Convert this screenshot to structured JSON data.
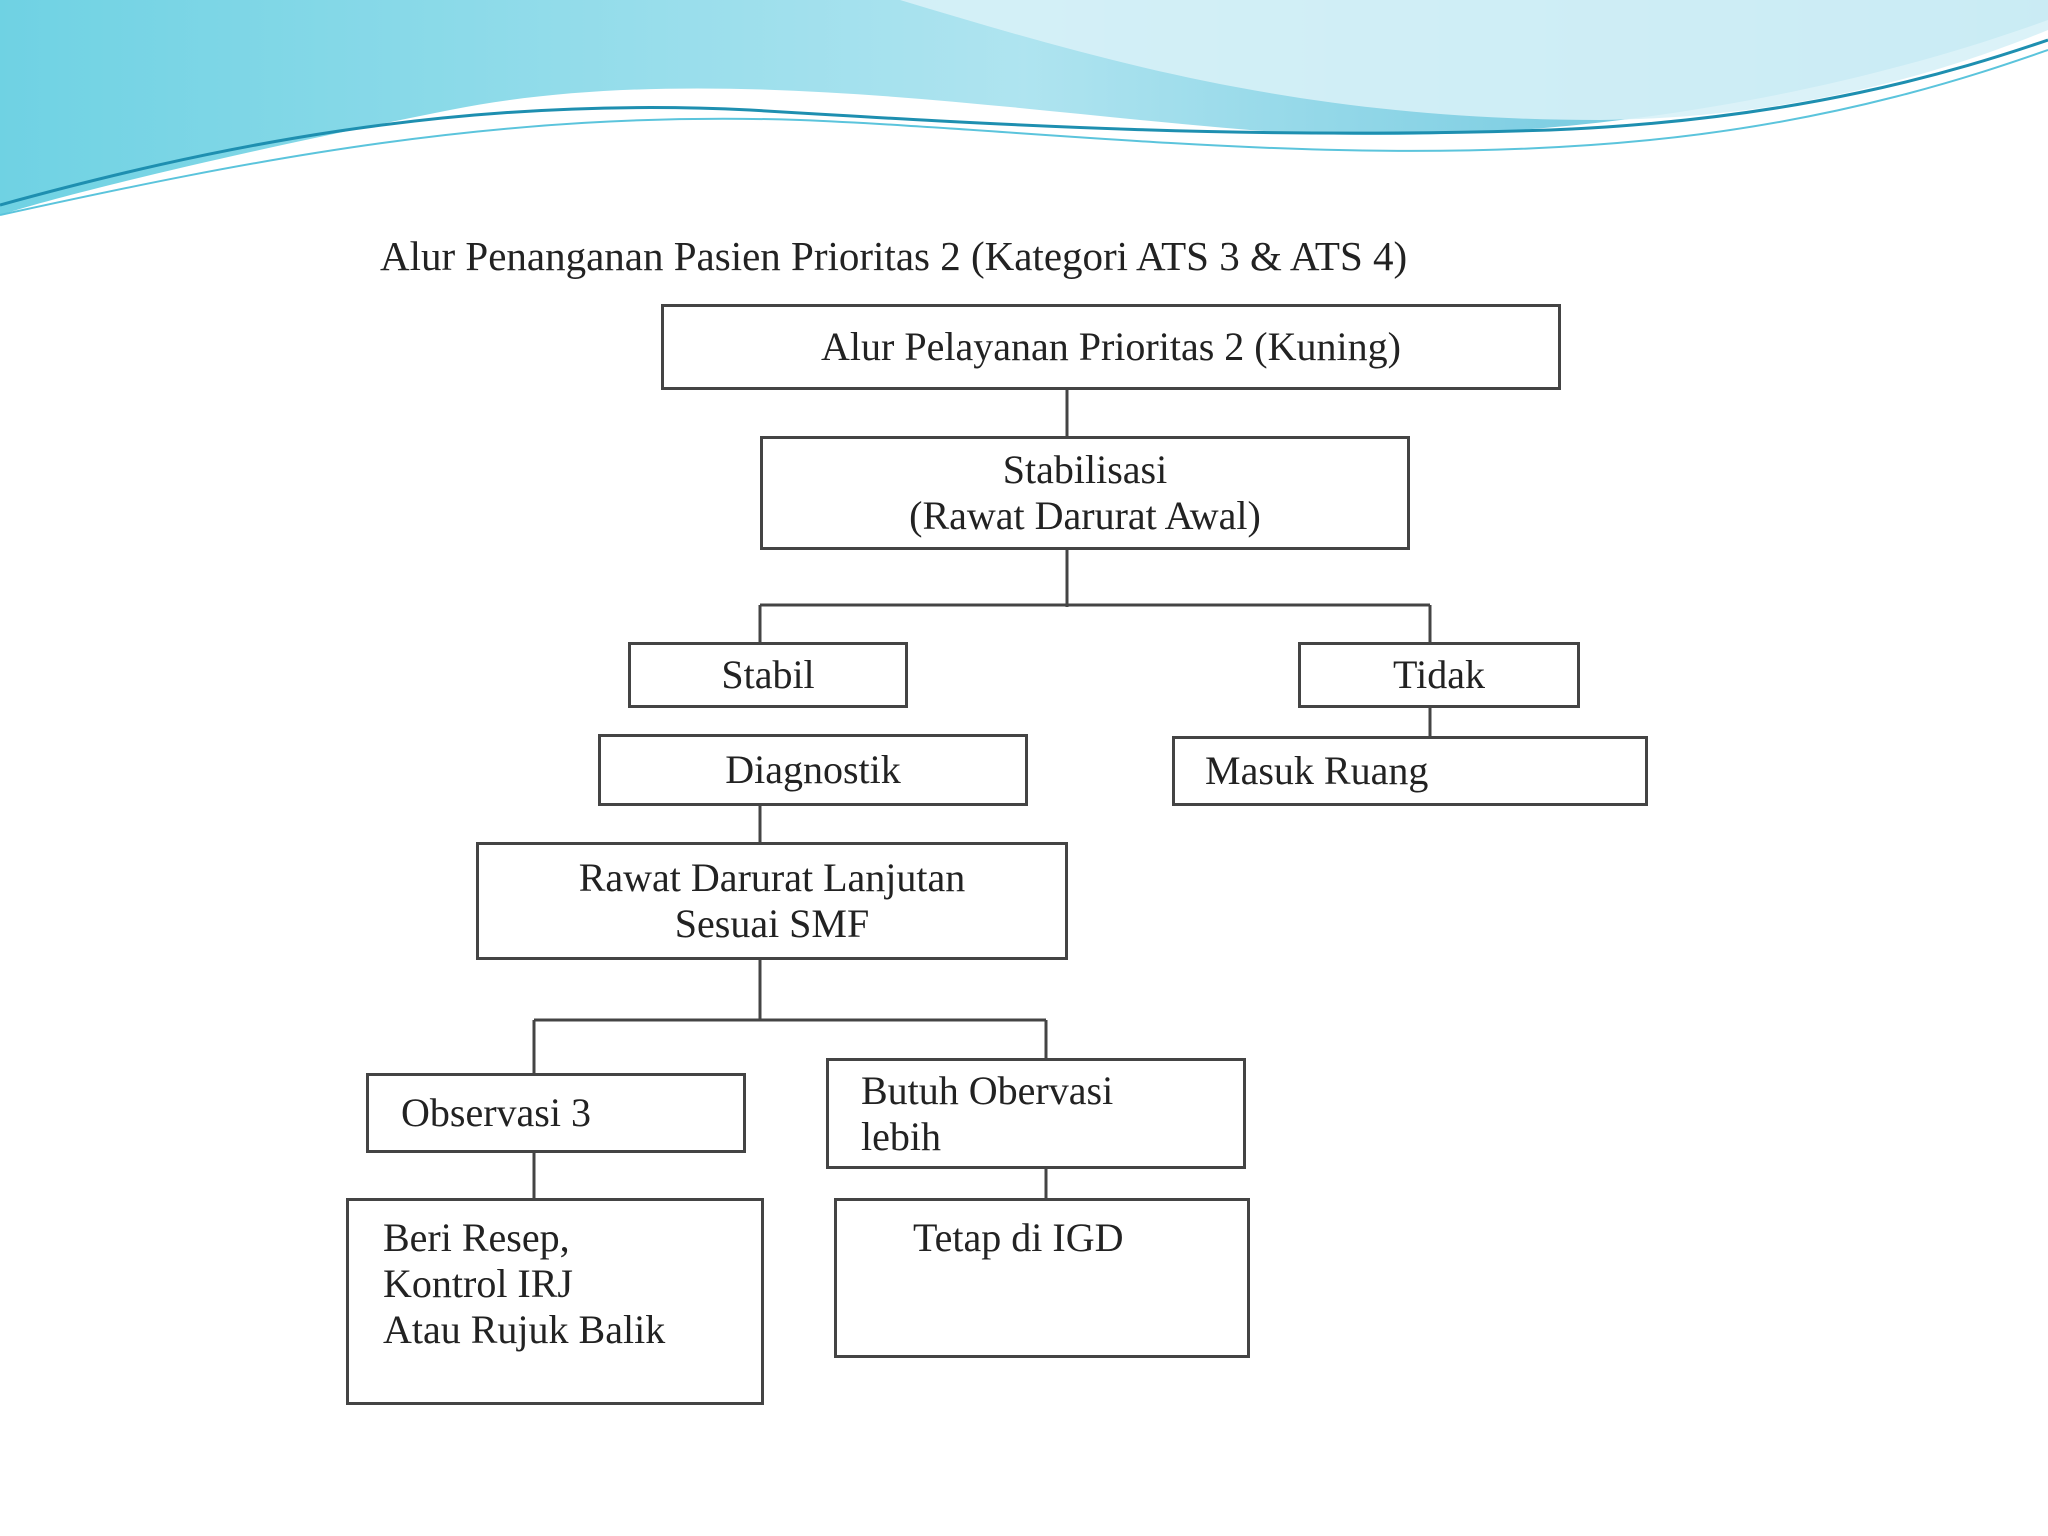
{
  "title": "Alur Penanganan Pasien Prioritas 2 (Kategori ATS 3 & ATS 4)",
  "nodes": {
    "root": "Alur Pelayanan Prioritas 2 (Kuning)",
    "stabilisasi": [
      "Stabilisasi",
      "(Rawat Darurat Awal)"
    ],
    "stabil": "Stabil",
    "tidak": "Tidak",
    "diagnostik": "Diagnostik",
    "masuk_ruang": "Masuk Ruang",
    "rawat_lanjutan": [
      "Rawat Darurat  Lanjutan",
      "Sesuai SMF"
    ],
    "observasi": "Observasi 3",
    "butuh_observasi": [
      "Butuh Obervasi",
      "lebih"
    ],
    "beri_resep": [
      "Beri Resep,",
      "Kontrol IRJ",
      "Atau Rujuk Balik"
    ],
    "tetap_igd": "Tetap di IGD"
  },
  "colors": {
    "wave_light": "#c8eef5",
    "wave_mid": "#7fd3e6",
    "wave_dark": "#2aa8c4",
    "box_border": "#444444"
  }
}
